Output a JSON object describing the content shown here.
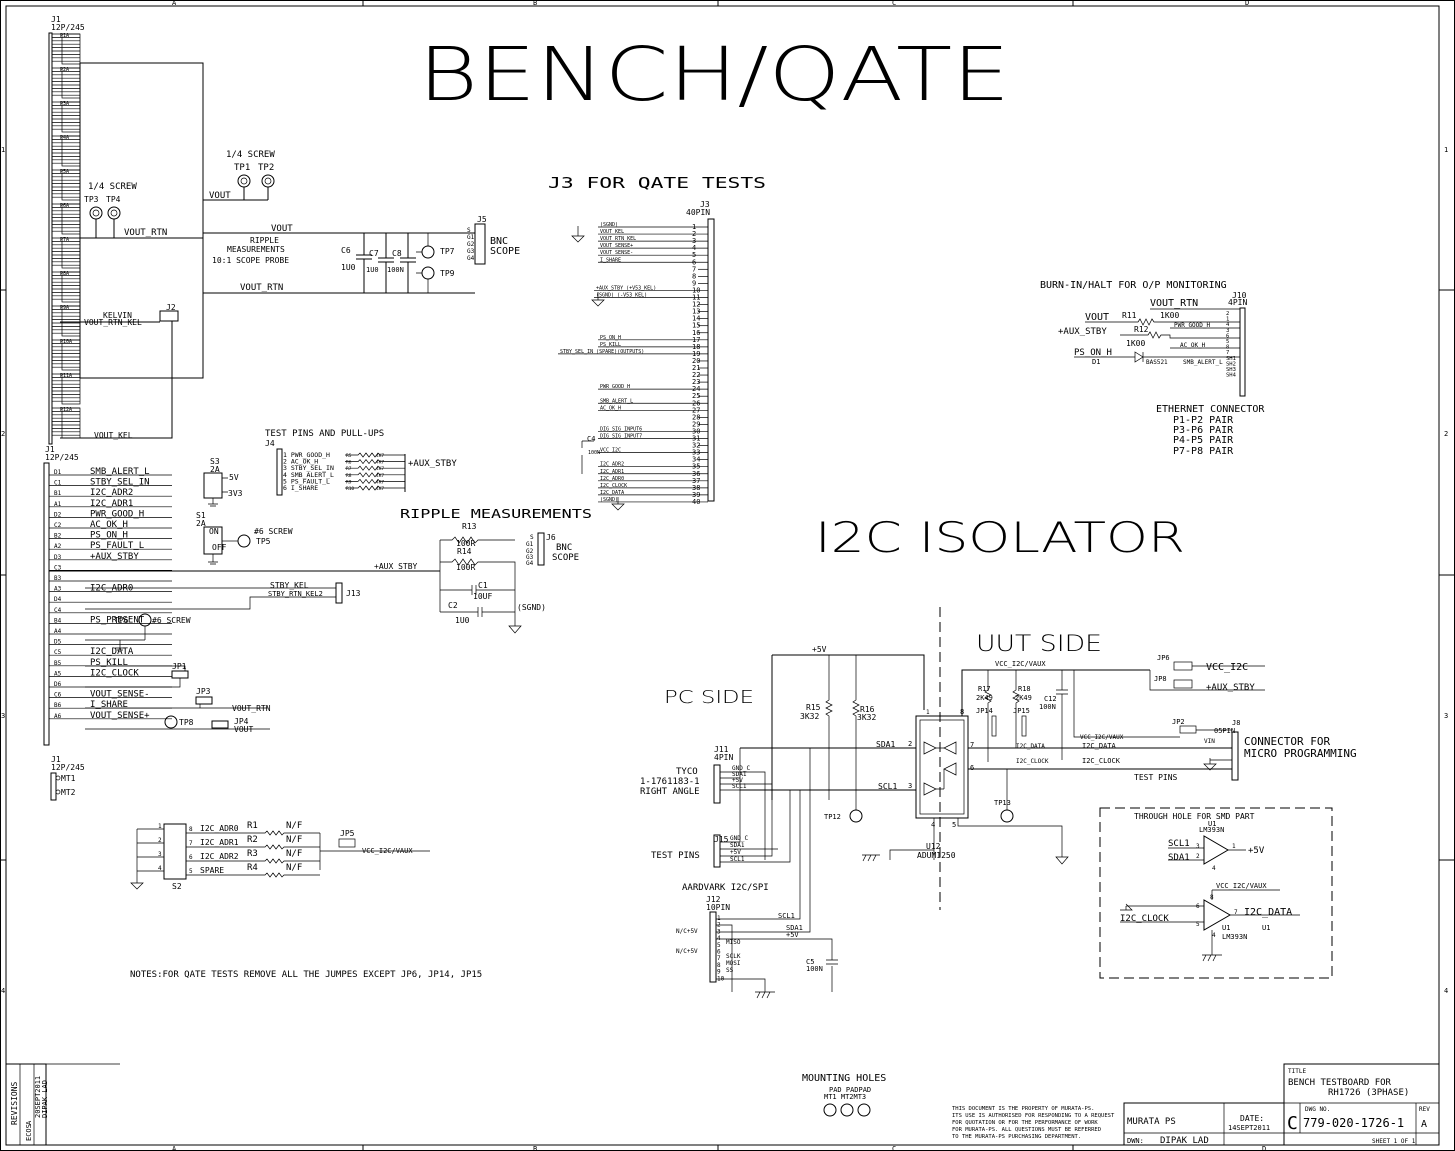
{
  "border": {
    "zones_top": [
      "A",
      "B",
      "C",
      "D"
    ],
    "zones_side": [
      "1",
      "2",
      "3",
      "4"
    ]
  },
  "titles": {
    "main": "BENCH/QATE",
    "i2c": "I2C ISOLATOR",
    "uut_side": "UUT SIDE",
    "pc_side": "PC SIDE",
    "j3_tests": "J3 FOR QATE TESTS",
    "burn_in": "BURN-IN/HALT FOR O/P MONITORING",
    "ripple": "RIPPLE MEASUREMENTS",
    "test_pins_pullups": "TEST PINS AND PULL-UPS",
    "mounting": "MOUNTING HOLES",
    "through_hole": "THROUGH HOLE FOR SMD PART"
  },
  "j1_top": {
    "ref": "J1",
    "part": "12P/245",
    "pins": [
      "P1A",
      "P2A",
      "P3A",
      "P4A",
      "P5A",
      "P6A",
      "P7A",
      "P8A",
      "P9A",
      "P10A",
      "P11A",
      "P12A"
    ]
  },
  "power_labels": {
    "screw_1": "1/4 SCREW",
    "screw_2": "1/4 SCREW",
    "tp1": "TP1",
    "tp2": "TP2",
    "tp3": "TP3",
    "tp4": "TP4",
    "vout": "VOUT",
    "vout2": "VOUT",
    "vout_rtn": "VOUT_RTN",
    "vout_rtn2": "VOUT_RTN",
    "ripple_note_1": "RIPPLE",
    "ripple_note_2": "MEASUREMENTS",
    "ripple_note_3": "10:1 SCOPE PROBE",
    "c6": "C6",
    "c6v": "1U0",
    "c7": "C7",
    "c7v": "1U0",
    "c8": "C8",
    "c8v": "100N",
    "tp7": "TP7",
    "tp9": "TP9",
    "j5": "J5",
    "bnc": "BNC",
    "scope": "SCOPE",
    "g_pins": [
      "S",
      "G1",
      "G2",
      "G3",
      "G4"
    ],
    "kelvin": "KELVIN",
    "vout_rtn_kel": "VOUT_RTN_KEL",
    "j2": "J2",
    "vout_kel": "VOUT_KEL"
  },
  "j1_mid": {
    "ref": "J1",
    "part": "12P/245",
    "signals": [
      {
        "pin": "D1",
        "name": "SMB_ALERT_L"
      },
      {
        "pin": "C1",
        "name": "STBY_SEL_IN"
      },
      {
        "pin": "B1",
        "name": "I2C_ADR2"
      },
      {
        "pin": "A1",
        "name": "I2C_ADR1"
      },
      {
        "pin": "D2",
        "name": "PWR_GOOD_H"
      },
      {
        "pin": "C2",
        "name": "AC_OK_H"
      },
      {
        "pin": "B2",
        "name": "PS_ON_H"
      },
      {
        "pin": "A2",
        "name": "PS_FAULT_L"
      },
      {
        "pin": "D3",
        "name": "+AUX_STBY"
      },
      {
        "pin": "C3",
        "name": ""
      },
      {
        "pin": "B3",
        "name": ""
      },
      {
        "pin": "A3",
        "name": "I2C_ADR0"
      },
      {
        "pin": "D4",
        "name": ""
      },
      {
        "pin": "C4",
        "name": ""
      },
      {
        "pin": "B4",
        "name": "PS_PRESENT"
      },
      {
        "pin": "A4",
        "name": ""
      },
      {
        "pin": "D5",
        "name": ""
      },
      {
        "pin": "C5",
        "name": "I2C_DATA"
      },
      {
        "pin": "B5",
        "name": "PS_KILL"
      },
      {
        "pin": "A5",
        "name": "I2C_CLOCK"
      },
      {
        "pin": "D6",
        "name": ""
      },
      {
        "pin": "C6",
        "name": "VOUT_SENSE-"
      },
      {
        "pin": "B6",
        "name": "I_SHARE"
      },
      {
        "pin": "A6",
        "name": "VOUT_SENSE+"
      }
    ],
    "s3": "S3",
    "s3v": "2A",
    "s3_5v": "5V",
    "s3_3v3": "3V3",
    "s1": "S1",
    "s1v": "2A",
    "on": "ON",
    "off": "OFF",
    "screw6_a": "#6 SCREW",
    "tp5": "TP5",
    "tp6": "TP6",
    "screw6_b": "#6 SCREW",
    "stby_kel": "STBY_KEL",
    "stby_rtn_kel2": "STBY_RTN_KEL2",
    "j13": "J13",
    "jp1": "JP1",
    "jp3": "JP3",
    "jp4": "JP4",
    "tp8": "TP8",
    "vout_rtn": "VOUT_RTN",
    "vout": "VOUT"
  },
  "j1_bot": {
    "ref": "J1",
    "part": "12P/245",
    "mt1": "MT1",
    "mt2": "MT2"
  },
  "j4": {
    "ref": "J4",
    "pins": [
      "1 PWR_GOOD_H",
      "2 AC_OK_H",
      "3 STBY_SEL_IN",
      "4 SMB_ALERT_L",
      "5 PS_FAULT_L",
      "6 I_SHARE"
    ],
    "resistors": [
      "R5",
      "R6",
      "R7",
      "R8",
      "R9",
      "R10"
    ],
    "rvals": [
      "4K7",
      "4K7",
      "4K7",
      "4K7",
      "4K7",
      "4K7"
    ],
    "net": "+AUX_STBY"
  },
  "ripple": {
    "r13": "R13",
    "r13v": "100R",
    "r14": "R14",
    "r14v": "100R",
    "c1": "C1",
    "c1v": "10UF",
    "c2": "C2",
    "c2v": "1U0",
    "aux": "+AUX_STBY",
    "sgnd": "(SGND)",
    "j6": "J6",
    "bnc": "BNC",
    "scope": "SCOPE",
    "g_pins": [
      "S",
      "G1",
      "G2",
      "G3",
      "G4"
    ]
  },
  "j3": {
    "ref": "J3",
    "part": "40PIN",
    "rows": [
      {
        "n": "1",
        "name": "(SGND)"
      },
      {
        "n": "2",
        "name": "VOUT_KEL"
      },
      {
        "n": "3",
        "name": "VOUT_RTN_KEL"
      },
      {
        "n": "4",
        "name": "VOUT_SENSE+"
      },
      {
        "n": "5",
        "name": "VOUT_SENSE-"
      },
      {
        "n": "6",
        "name": "I_SHARE"
      },
      {
        "n": "7",
        "name": ""
      },
      {
        "n": "8",
        "name": ""
      },
      {
        "n": "9",
        "name": ""
      },
      {
        "n": "10",
        "name": "+AUX_STBY (+V53_KEL)"
      },
      {
        "n": "11",
        "name": "(SGND) (-V53_KEL)"
      },
      {
        "n": "12",
        "name": ""
      },
      {
        "n": "13",
        "name": ""
      },
      {
        "n": "14",
        "name": ""
      },
      {
        "n": "15",
        "name": ""
      },
      {
        "n": "16",
        "name": ""
      },
      {
        "n": "17",
        "name": "PS_ON_H"
      },
      {
        "n": "18",
        "name": "PS_KILL"
      },
      {
        "n": "19",
        "name": "STBY_SEL_IN (SPARE)(OUTPUTS)"
      },
      {
        "n": "20",
        "name": ""
      },
      {
        "n": "21",
        "name": ""
      },
      {
        "n": "22",
        "name": ""
      },
      {
        "n": "23",
        "name": ""
      },
      {
        "n": "24",
        "name": "PWR_GOOD_H"
      },
      {
        "n": "25",
        "name": ""
      },
      {
        "n": "26",
        "name": "SMB_ALERT_L"
      },
      {
        "n": "27",
        "name": "AC_OK_H"
      },
      {
        "n": "28",
        "name": ""
      },
      {
        "n": "29",
        "name": ""
      },
      {
        "n": "30",
        "name": "DIG_SIG_INPUT6"
      },
      {
        "n": "31",
        "name": "DIG_SIG_INPUT7"
      },
      {
        "n": "32",
        "name": ""
      },
      {
        "n": "33",
        "name": "VCC_I2C"
      },
      {
        "n": "34",
        "name": ""
      },
      {
        "n": "35",
        "name": "I2C_ADR2"
      },
      {
        "n": "36",
        "name": "I2C_ADR1"
      },
      {
        "n": "37",
        "name": "I2C_ADR0"
      },
      {
        "n": "38",
        "name": "I2C_CLOCK"
      },
      {
        "n": "39",
        "name": "I2C_DATA"
      },
      {
        "n": "40",
        "name": "(SGND)"
      }
    ],
    "c4": "C4",
    "c4v": "100N"
  },
  "j10": {
    "ref": "J10",
    "part": "4PIN",
    "vout_rtn": "VOUT_RTN",
    "vout": "VOUT",
    "r11": "R11",
    "r11v": "1K00",
    "aux": "+AUX_STBY",
    "r12": "R12",
    "r12v": "1K00",
    "pwr_good": "PWR_GOOD_H",
    "ac_ok": "AC_OK_H",
    "ps_on": "PS_ON_H",
    "d1": "D1",
    "bas": "BAS521",
    "smb": "SMB_ALERT_L",
    "pins": [
      "2",
      "1",
      "4",
      "3",
      "6",
      "5",
      "8",
      "7",
      "SH1",
      "SH2",
      "SH3",
      "SH4"
    ],
    "eth": "ETHERNET CONNECTOR",
    "pairs": [
      "P1-P2 PAIR",
      "P3-P6 PAIR",
      "P4-P5 PAIR",
      "P7-P8 PAIR"
    ]
  },
  "isolator": {
    "plus5v": "+5V",
    "r15": "R15",
    "r15v": "3K32",
    "r16": "R16",
    "r16v": "3K32",
    "sda1": "SDA1",
    "scl1": "SCL1",
    "u12": "U12",
    "u12p": "ADUM1250",
    "vcc_i2c_vaux": "VCC_I2C/VAUX",
    "r17": "R17",
    "r17v": "2K49",
    "r18": "R18",
    "r18v": "2K49",
    "c12": "C12",
    "c12v": "100N",
    "jp14": "JP14",
    "jp15": "JP15",
    "i2c_data": "I2C_DATA",
    "i2c_clock": "I2C_CLOCK",
    "jp6": "JP6",
    "vcc_i2c": "VCC_I2C",
    "jp8": "JP8",
    "aux": "+AUX_STBY",
    "jp2": "JP2",
    "j8": "J8",
    "j8p": "05PIN",
    "vin": "VIN",
    "connector_1": "CONNECTOR FOR",
    "connector_2": "MICRO PROGRAMMING",
    "test_pins_r": "TEST PINS",
    "tp12": "TP12",
    "tp13": "TP13",
    "pin_nums": [
      "1",
      "2",
      "3",
      "4",
      "5",
      "6",
      "7",
      "8"
    ]
  },
  "pc_side": {
    "j11": "J11",
    "j11p": "4PIN",
    "tyco_1": "TYCO",
    "tyco_2": "1-1761183-1",
    "tyco_3": "RIGHT ANGLE",
    "j11_pins": [
      "GND_C",
      "SDA1",
      "+5V",
      "SCL1"
    ],
    "test_pins": "TEST PINS",
    "j15": "J15",
    "j15_pins": [
      "GND_C",
      "SDA1",
      "+5V",
      "SCL1"
    ],
    "aardvark": "AARDVARK I2C/SPI",
    "j12": "J12",
    "j12p": "10PIN",
    "nc5v_1": "N/C+5V",
    "nc5v_2": "N/C+5V",
    "j12_pins": [
      "1",
      "2",
      "3",
      "4",
      "5",
      "6",
      "7",
      "8",
      "9",
      "10"
    ],
    "miso": "MISO",
    "sclk": "SCLK",
    "mosi": "MOSI",
    "ss": "SS",
    "scl1": "SCL1",
    "sda1": "SDA1",
    "plus5v": "+5V",
    "c5": "C5",
    "c5v": "100N"
  },
  "addr": {
    "rows": [
      {
        "n": "1",
        "p": "8",
        "name": "I2C_ADR0",
        "r": "R1",
        "v": "N/F"
      },
      {
        "n": "2",
        "p": "7",
        "name": "I2C_ADR1",
        "r": "R2",
        "v": "N/F"
      },
      {
        "n": "3",
        "p": "6",
        "name": "I2C_ADR2",
        "r": "R3",
        "v": "N/F"
      },
      {
        "n": "4",
        "p": "5",
        "name": "SPARE",
        "r": "R4",
        "v": "N/F"
      }
    ],
    "s2": "S2",
    "jp5": "JP5",
    "net": "VCC_I2C/VAUX"
  },
  "through_hole": {
    "u1a": "U1",
    "u1a_p": "LM393N",
    "scl1": "SCL1",
    "sda1": "SDA1",
    "plus5v": "+5V",
    "vcc": "VCC_I2C/VAUX",
    "i2c_clock": "I2C_CLOCK",
    "i2c_data": "I2C_DATA",
    "u1b": "U1",
    "u1b2": "U1",
    "u1b_p": "LM393N",
    "pins_a": [
      "3",
      "2",
      "1",
      "4"
    ],
    "pins_b": [
      "8",
      "6",
      "5",
      "7",
      "4"
    ]
  },
  "notes": "NOTES:FOR QATE TESTS REMOVE ALL THE JUMPES EXCEPT JP6, JP14, JP15",
  "mounting": {
    "pad": "PAD PADPAD",
    "mt": "MT1 MT2MT3"
  },
  "title_block": {
    "revisions": "REVISIONS",
    "ecos": "ECOS",
    "rev_date": "20SEPT2011",
    "rev_by": "DIPAK LAD",
    "rev_letter": "A",
    "disclaimer": [
      "THIS DOCUMENT IS THE PROPERTY OF MURATA-PS.",
      "ITS USE IS AUTHORISED FOR RESPONDING TO A REQUEST",
      "FOR QUOTATION OR FOR THE PERFORMANCE OF WORK",
      "FOR MURATA-PS.  ALL QUESTIONS MUST BE REFERRED",
      "TO THE MURATA-PS PURCHASING DEPARTMENT."
    ],
    "company": "MURATA PS",
    "date_label": "DATE:",
    "date": "14SEPT2011",
    "dwn_label": "DWN:",
    "dwn": "DIPAK LAD",
    "title_label": "TITLE",
    "title_1": "BENCH TESTBOARD FOR",
    "title_2": "RH1726 (3PHASE)",
    "size": "C",
    "dwg_label": "DWG NO.",
    "dwg": "779-020-1726-1",
    "rev_label": "REV",
    "rev": "A",
    "sheet": "SHEET 1 OF 1"
  }
}
